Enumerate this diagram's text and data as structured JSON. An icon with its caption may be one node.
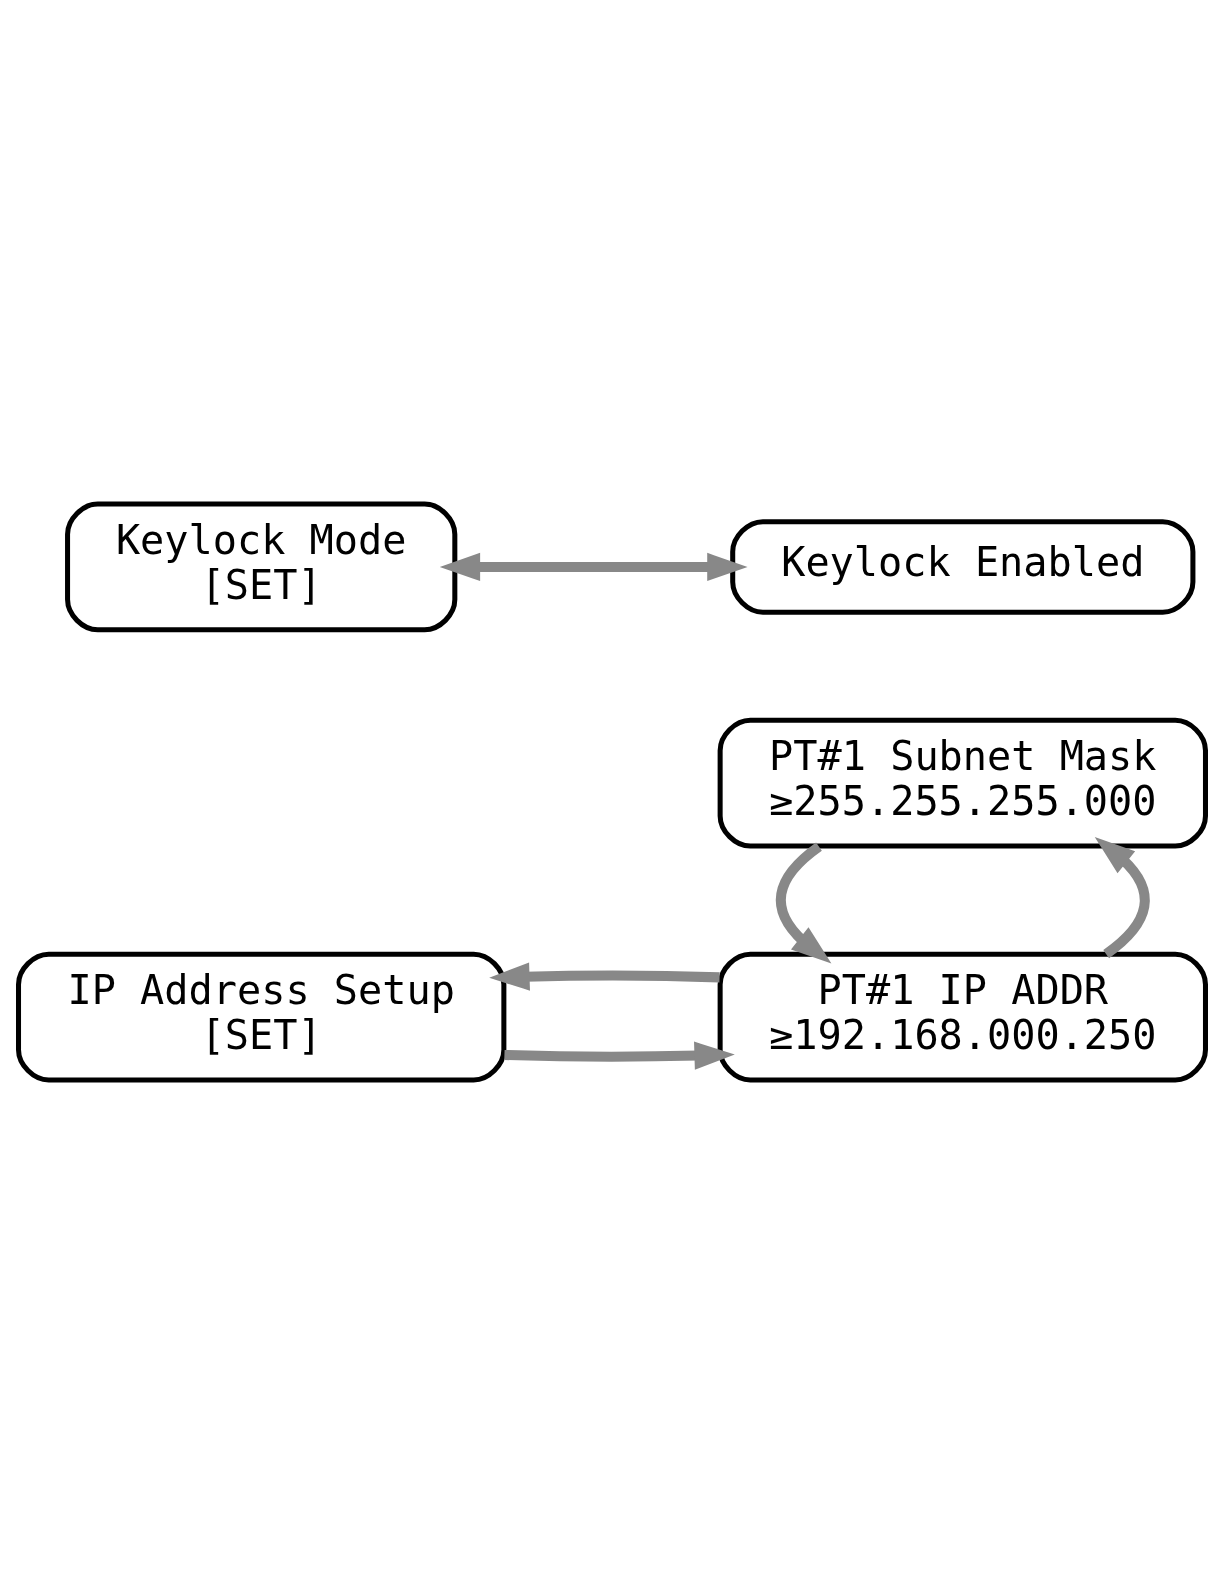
{
  "diagram": {
    "nodes": [
      {
        "text": [
          "IP Address Setup",
          "[SET]"
        ]
      },
      {
        "text": [
          "PT#1 IP ADDR",
          "≥192.168.000.250"
        ]
      },
      {
        "text": [
          "PT#1 Subnet Mask",
          "≥255.255.255.000"
        ]
      },
      {
        "text": [
          "Keylock Mode",
          "[SET]"
        ]
      },
      {
        "text": [
          "Keylock Enabled"
        ]
      }
    ],
    "edges": [
      {
        "from": 0,
        "to": 1,
        "arrow": "to"
      },
      {
        "from": 1,
        "to": 0,
        "arrow": "to"
      },
      {
        "from": 1,
        "to": 2,
        "arrow": "to"
      },
      {
        "from": 2,
        "to": 1,
        "arrow": "to"
      },
      {
        "from": 3,
        "to": 4,
        "arrow": "both"
      }
    ]
  }
}
